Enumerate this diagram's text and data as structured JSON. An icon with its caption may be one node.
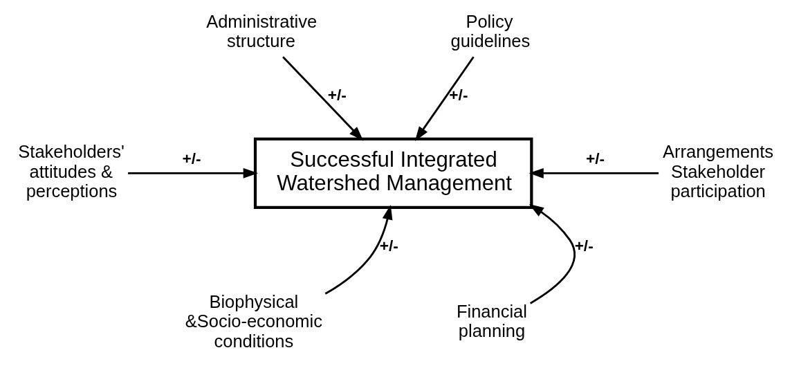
{
  "diagram": {
    "nodes": [
      {
        "text": [
          "Successful Integrated Watershed Management"
        ]
      },
      {
        "text": [
          "Administrative structure"
        ]
      },
      {
        "text": [
          "Policy guidelines"
        ]
      },
      {
        "text": [
          "Stakeholders' attitudes & perceptions"
        ]
      },
      {
        "text": [
          "Arrangements Stakeholder participation"
        ]
      },
      {
        "text": [
          "Biophysical &Socio-economic conditions"
        ]
      },
      {
        "text": [
          "Financial planning"
        ]
      }
    ],
    "edges": [
      {
        "from": 1,
        "to": 0,
        "arrow": "to",
        "label": "+/-"
      },
      {
        "from": 2,
        "to": 0,
        "arrow": "to",
        "label": "+/-"
      },
      {
        "from": 3,
        "to": 0,
        "arrow": "to",
        "label": "+/-"
      },
      {
        "from": 4,
        "to": 0,
        "arrow": "to",
        "label": "+/-"
      },
      {
        "from": 5,
        "to": 0,
        "arrow": "to",
        "label": "+/-"
      },
      {
        "from": 6,
        "to": 0,
        "arrow": "to",
        "label": "+/-"
      }
    ]
  }
}
